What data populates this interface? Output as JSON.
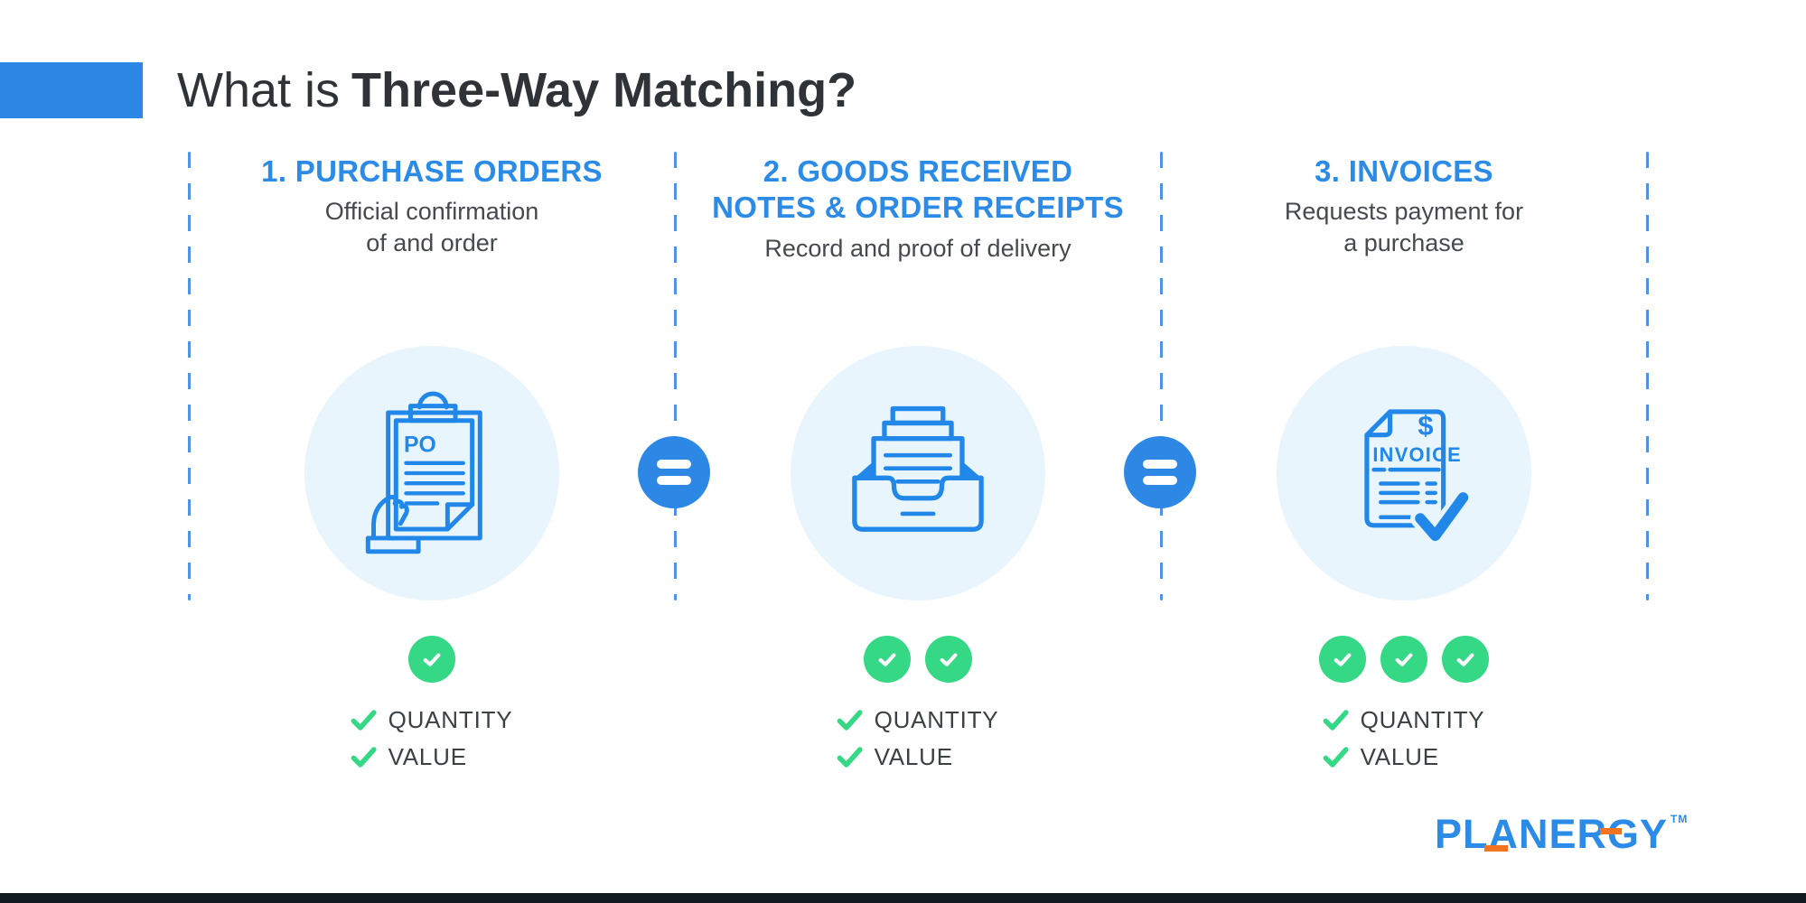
{
  "title": {
    "light": "What is",
    "bold": "Three-Way Matching?"
  },
  "columns": [
    {
      "heading_lines": [
        "1. PURCHASE ORDERS"
      ],
      "subtitle_lines": [
        "Official confirmation",
        "of and order"
      ],
      "icon": "purchase-order-clipboard-icon",
      "icon_label": "PO",
      "match_count": 1,
      "checks": [
        "QUANTITY",
        "VALUE"
      ]
    },
    {
      "heading_lines": [
        "2. GOODS RECEIVED",
        "NOTES & ORDER RECEIPTS"
      ],
      "subtitle_lines": [
        "Record and proof of delivery"
      ],
      "icon": "goods-received-tray-icon",
      "match_count": 2,
      "checks": [
        "QUANTITY",
        "VALUE"
      ]
    },
    {
      "heading_lines": [
        "3. INVOICES"
      ],
      "subtitle_lines": [
        "Requests payment for",
        "a purchase"
      ],
      "icon": "invoice-document-icon",
      "icon_label": "INVOICE",
      "icon_currency": "$",
      "match_count": 3,
      "checks": [
        "QUANTITY",
        "VALUE"
      ]
    }
  ],
  "brand": {
    "name": "PLANERGY",
    "tm": "TM"
  },
  "colors": {
    "accent_blue": "#2d87e4",
    "heading_blue": "#2b8be6",
    "icon_stroke_blue": "#2187e8",
    "dashed_line_blue": "#4f93e8",
    "light_circle": "#e8f5fc",
    "check_green": "#35d985",
    "title_dark": "#2f3338",
    "body_text": "#46494d",
    "footer_bar": "#101820",
    "logo_orange": "#f4731f"
  }
}
